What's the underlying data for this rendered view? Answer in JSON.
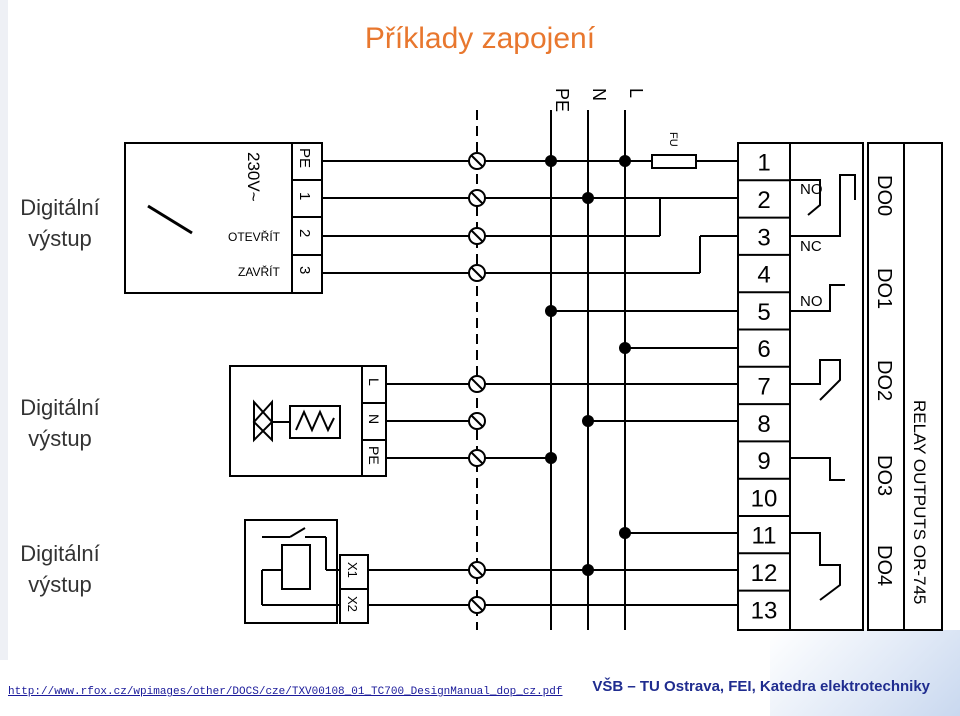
{
  "title": "Příklady zapojení",
  "side_labels": [
    {
      "line1": "Digitální",
      "line2": "výstup"
    },
    {
      "line1": "Digitální",
      "line2": "výstup"
    },
    {
      "line1": "Digitální",
      "line2": "výstup"
    }
  ],
  "source_url": "http://www.rfox.cz/wpimages/other/DOCS/cze/TXV00108_01_TC700_DesignManual_dop_cz.pdf",
  "footer": "VŠB – TU Ostrava, FEI, Katedra elektrotechniky",
  "diagram": {
    "bus_labels": [
      "PE",
      "N",
      "L"
    ],
    "fuse_label": "FU",
    "actuator": {
      "voltage": "230V~",
      "open_label": "OTEVŘÍT",
      "close_label": "ZAVŘÍT",
      "terminals": [
        "PE",
        "1",
        "2",
        "3"
      ]
    },
    "valve": {
      "terminals": [
        "L",
        "N",
        "PE"
      ]
    },
    "sensor": {
      "terminals": [
        "X1",
        "X2"
      ]
    },
    "terminal_numbers": [
      "1",
      "2",
      "3",
      "4",
      "5",
      "6",
      "7",
      "8",
      "9",
      "10",
      "11",
      "12",
      "13"
    ],
    "contact_labels": [
      "NO",
      "NC",
      "NO"
    ],
    "output_labels": [
      "DO0",
      "DO1",
      "DO2",
      "DO3",
      "DO4"
    ],
    "module_label": "RELAY OUTPUTS OR-745"
  }
}
